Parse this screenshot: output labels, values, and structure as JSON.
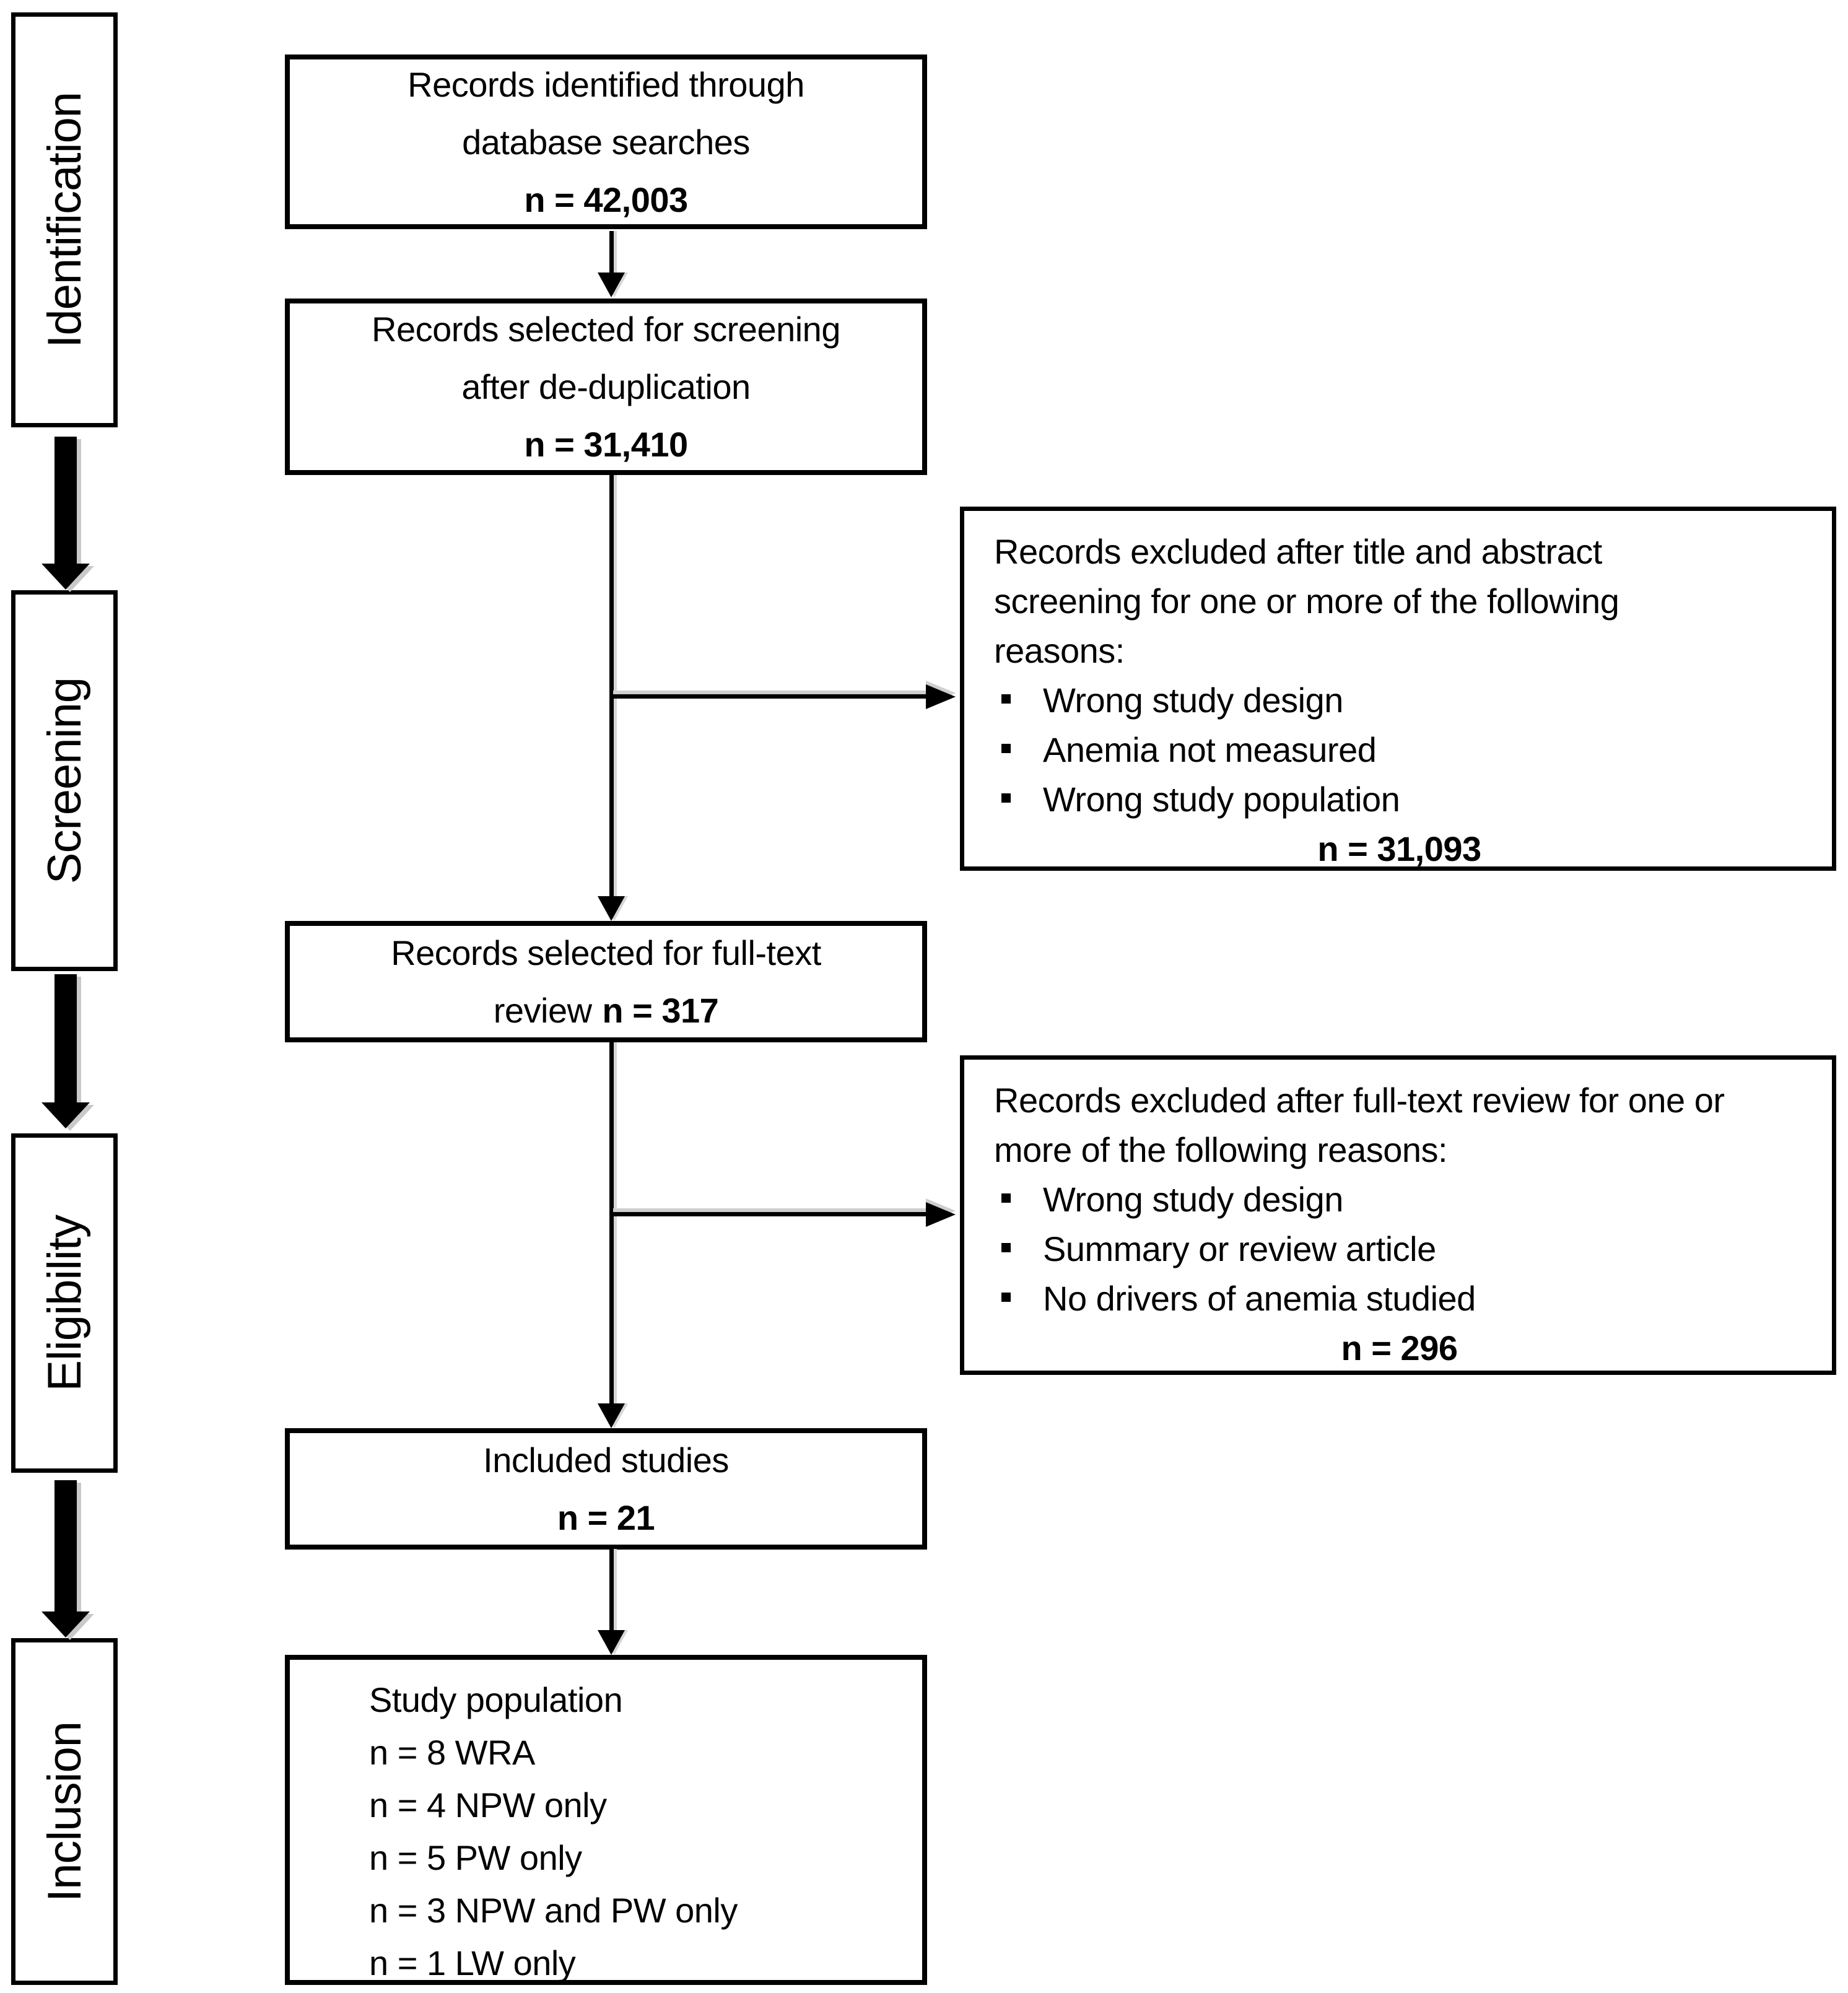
{
  "colors": {
    "line": "#000000",
    "background": "#ffffff",
    "arrow_shadow": "#c9c9c9"
  },
  "stages": [
    {
      "label": "Identification"
    },
    {
      "label": "Screening"
    },
    {
      "label": "Eligibility"
    },
    {
      "label": "Inclusion"
    }
  ],
  "flow": {
    "identified": {
      "line1": "Records identified through",
      "line2": "database searches",
      "n": "n = 42,003"
    },
    "dedup": {
      "line1": "Records selected for screening",
      "line2": "after de-duplication",
      "n": "n = 31,410"
    },
    "fulltext": {
      "line1": "Records selected for full-text",
      "line2_prefix": "review",
      "n": "n = 317"
    },
    "included": {
      "line1": "Included studies",
      "n": "n = 21"
    },
    "population": {
      "title": "Study population",
      "items": [
        "n = 8 WRA",
        "n = 4 NPW only",
        "n = 5 PW only",
        "n = 3 NPW and PW only",
        "n = 1 LW only"
      ]
    }
  },
  "exclusions": [
    {
      "header": [
        "Records excluded after title and abstract",
        "screening for one or more of the following",
        "reasons:"
      ],
      "bullets": [
        "Wrong study design",
        "Anemia not measured",
        "Wrong study population"
      ],
      "n": "n = 31,093"
    },
    {
      "header": [
        "Records excluded after full-text review for one or",
        "more of the following reasons:"
      ],
      "bullets": [
        "Wrong study design",
        "Summary or review article",
        "No drivers of anemia studied"
      ],
      "n": "n = 296"
    }
  ]
}
